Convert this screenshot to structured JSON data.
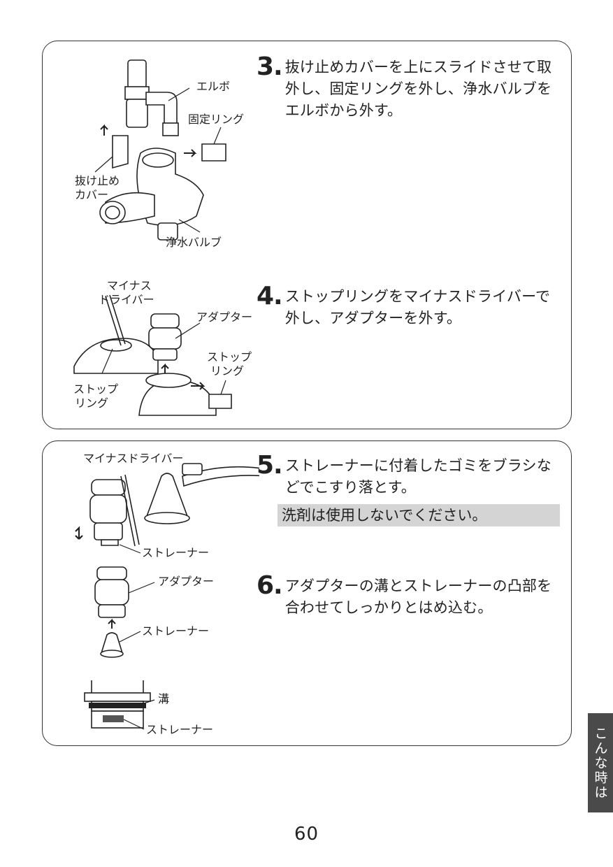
{
  "steps": [
    {
      "num": "3.",
      "text": "抜け止めカバーを上にスライドさせて取外し、固定リングを外し、浄水バルブをエルボから外す。"
    },
    {
      "num": "4.",
      "text": "ストップリングをマイナスドライバーで外し、アダプターを外す。"
    },
    {
      "num": "5.",
      "text": "ストレーナーに付着したゴミをブラシなどでこすり落とす。",
      "note": "洗剤は使用しないでください。"
    },
    {
      "num": "6.",
      "text": "アダプターの溝とストレーナーの凸部を合わせてしっかりとはめ込む。"
    }
  ],
  "labels": {
    "fig3": {
      "elbow": "エルボ",
      "fixing_ring": "固定リング",
      "cover_1": "抜け止め",
      "cover_2": "カバー",
      "valve": "浄水バルブ"
    },
    "fig4": {
      "driver_1": "マイナス",
      "driver_2": "ドライバー",
      "adapter": "アダプター",
      "stop_ring_r1": "ストップ",
      "stop_ring_r2": "リング",
      "stop_ring_l1": "ストップ",
      "stop_ring_l2": "リング"
    },
    "fig5": {
      "driver": "マイナスドライバー",
      "strainer": "ストレーナー"
    },
    "fig6": {
      "adapter": "アダプター",
      "strainer": "ストレーナー",
      "groove": "溝",
      "strainer_2": "ストレーナー"
    }
  },
  "side_tab": "こんな時は",
  "page_number": "60",
  "colors": {
    "note_bg": "#d4d4d4",
    "tab_bg": "#4a4a4a"
  }
}
